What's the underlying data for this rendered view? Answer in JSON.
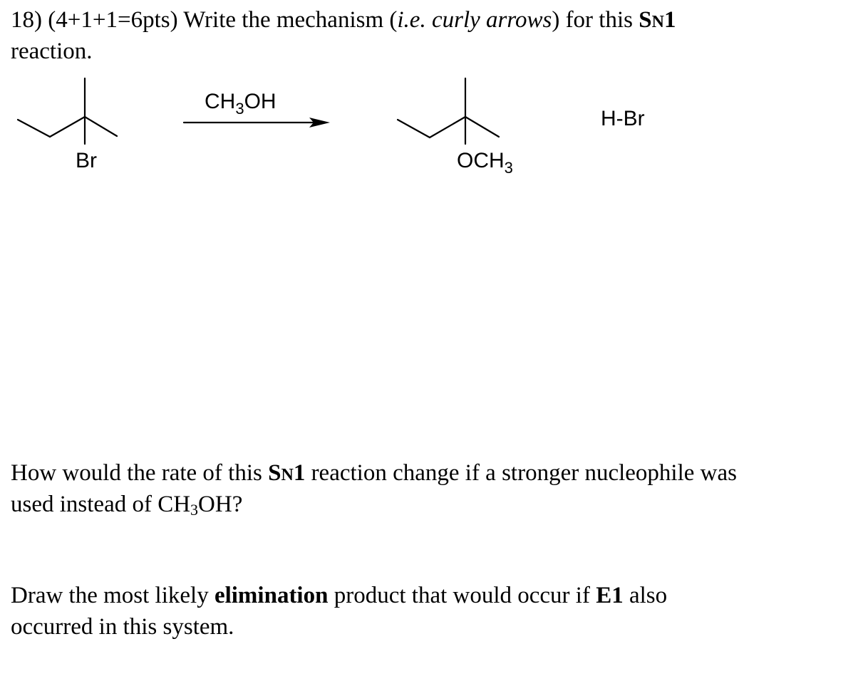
{
  "question": {
    "number": "18)",
    "points": "(4+1+1=6pts)",
    "prompt_start": "Write the mechanism (",
    "prompt_italic": "i.e. curly arrows",
    "prompt_mid": ") for this ",
    "sn1_S": "S",
    "sn1_N": "N",
    "sn1_1": "1",
    "prompt_end": "reaction."
  },
  "scheme": {
    "reactant_label": "Br",
    "reagent_main": "CH",
    "reagent_sub": "3",
    "reagent_tail": "OH",
    "product_main": "OCH",
    "product_sub": "3",
    "byproduct": "H-Br"
  },
  "part2": {
    "text_a": "How would the rate of this ",
    "sn1_S": "S",
    "sn1_N": "N",
    "sn1_1": "1",
    "text_b": " reaction change if a stronger nucleophile was",
    "text_c": "used instead of CH",
    "sub": "3",
    "text_d": "OH?"
  },
  "part3": {
    "text_a": "Draw the most likely ",
    "bold_a": "elimination",
    "text_b": " product that would occur if ",
    "bold_b": "E1",
    "text_c": " also",
    "text_d": "occurred in this system."
  },
  "colors": {
    "text": "#000000",
    "background": "#ffffff"
  }
}
